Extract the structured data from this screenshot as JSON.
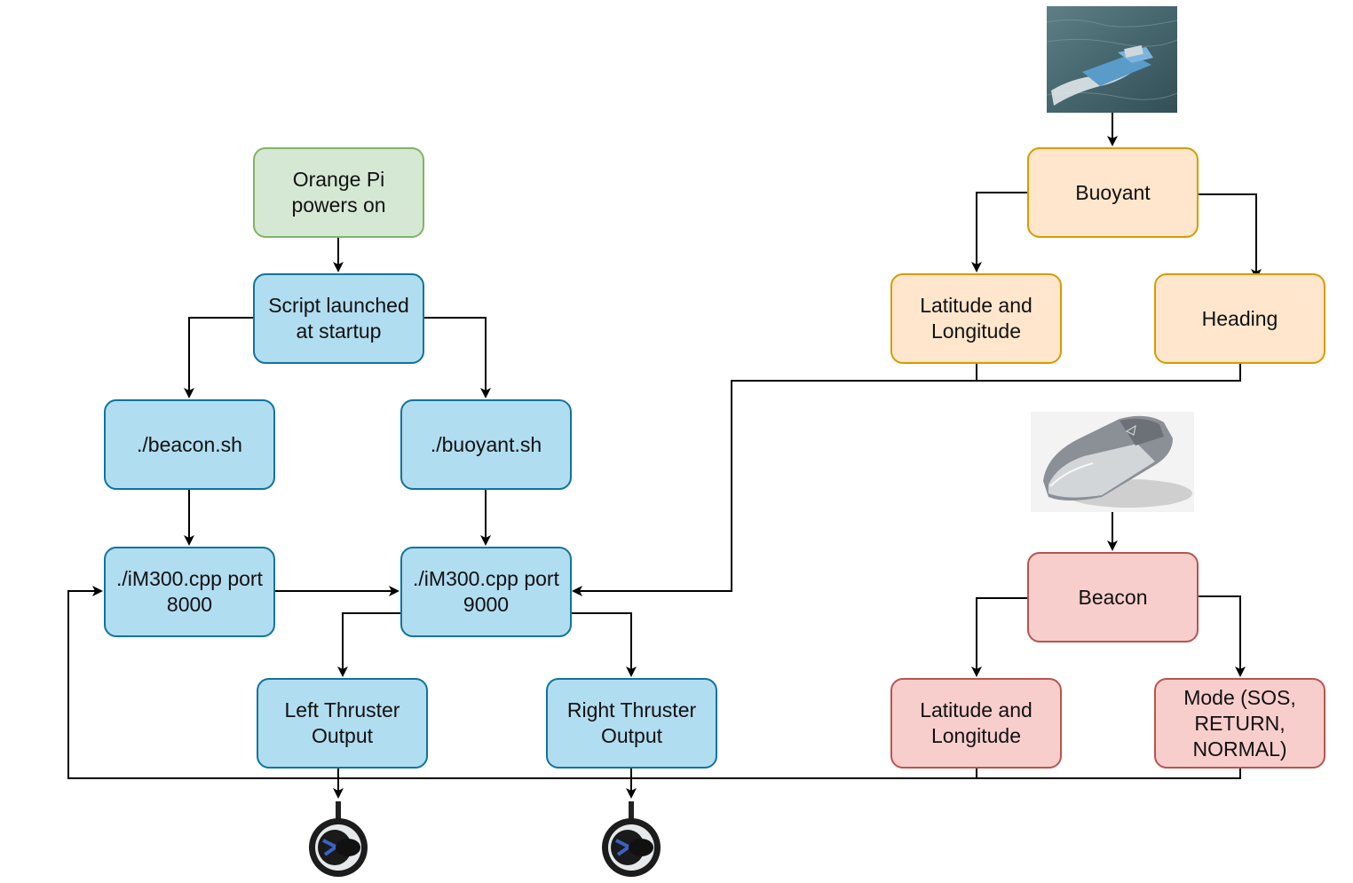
{
  "nodes": {
    "orange_pi": "Orange Pi\npowers on",
    "script_launch": "Script launched\nat startup",
    "beacon_sh": "./beacon.sh",
    "buoyant_sh": "./buoyant.sh",
    "im300_8000": "./iM300.cpp port\n8000",
    "im300_9000": "./iM300.cpp port\n9000",
    "left_thruster": "Left Thruster\nOutput",
    "right_thruster": "Right Thruster\nOutput",
    "buoyant": "Buoyant",
    "buoyant_latlon": "Latitude and\nLongitude",
    "heading": "Heading",
    "beacon": "Beacon",
    "beacon_latlon": "Latitude and\nLongitude",
    "mode": "Mode (SOS,\nRETURN,\nNORMAL)"
  },
  "images": {
    "boat_photo": "buoyant-boat-photo",
    "beacon_device": "beacon-device-render",
    "thruster_left": "thruster-icon",
    "thruster_right": "thruster-icon"
  },
  "colors": {
    "green": "#d5e8d4",
    "blue": "#b1ddf0",
    "orange": "#ffe6cc",
    "red": "#f8cecc"
  }
}
